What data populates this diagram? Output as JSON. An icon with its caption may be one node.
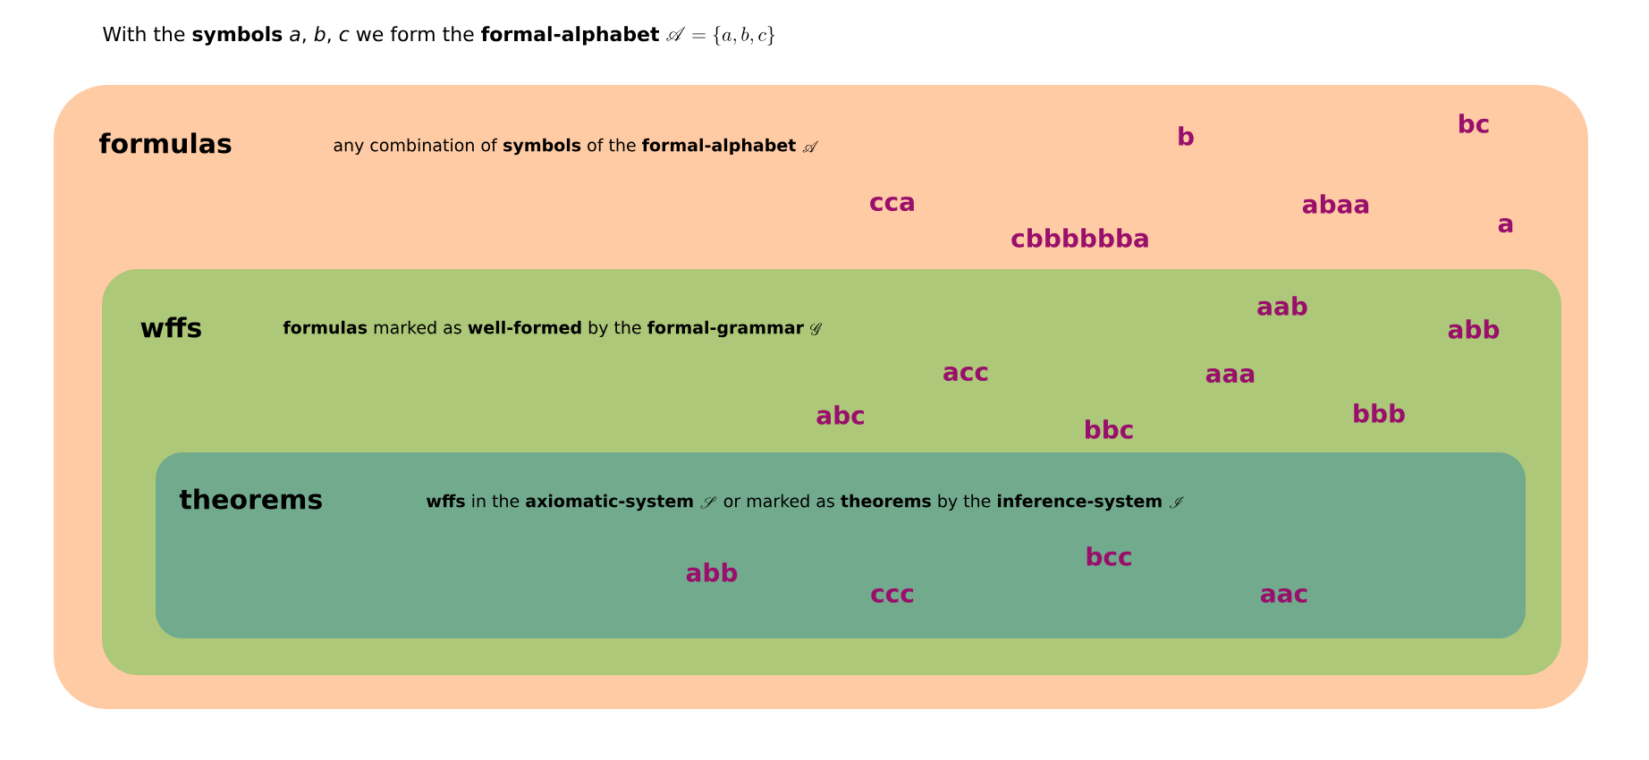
{
  "diagram": {
    "title": "With the **symbols** *a*, *b*, *c* we form the **formal-alphabet**",
    "nodes": [
      {
        "text": [
          "formulas",
          "any combination of **symbols** of the **formal-alphabet**",
          "\\mathscr{A}"
        ]
      },
      {
        "text": [
          "wffs",
          "**formulas** marked as **well-formed** by the **formal-grammar**",
          "\\mathscr{G}"
        ],
        "in": 0
      },
      {
        "text": [
          "theorems",
          "**wffs** in the **axiomatic-system**",
          "\\mathscr{S}",
          "or marked as **theorems** by the **inference-system**",
          "\\mathscr{I}"
        ],
        "in": 1
      }
    ],
    "labels": [
      "\\mathscr{A} = \\{a, b, c\\}",
      "bc",
      "b",
      "cca",
      "abaa",
      "a",
      "cbbbbbba",
      "aab",
      "abb",
      "acc",
      "aaa",
      "abc",
      "bbb",
      "bbc",
      "bcc",
      "abb",
      "ccc",
      "aac"
    ]
  }
}
